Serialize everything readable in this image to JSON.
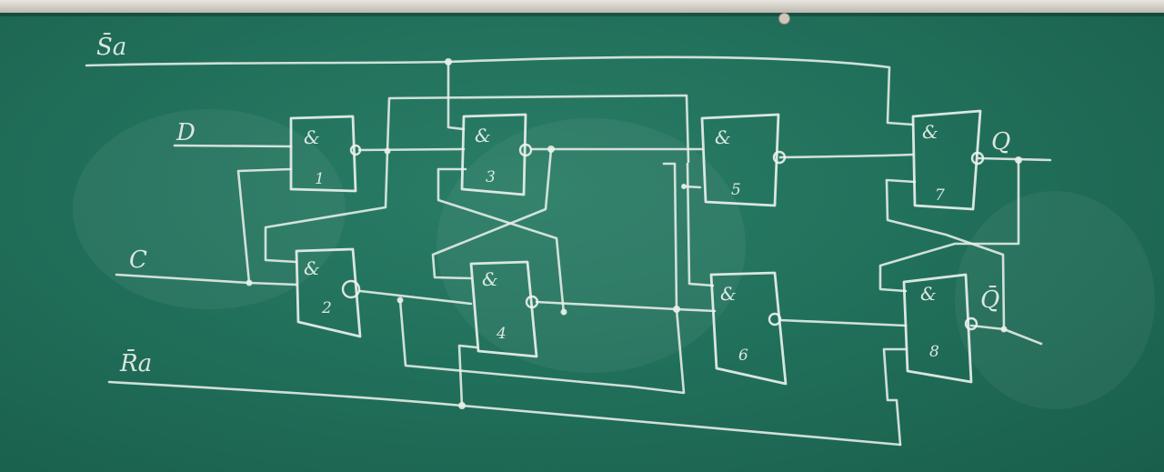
{
  "inputs": {
    "set": "S̄a",
    "data": "D",
    "clock": "C",
    "reset": "R̄a"
  },
  "outputs": {
    "q": "Q",
    "q_bar": "Q̄"
  },
  "gates": [
    {
      "symbol": "&",
      "number": "1"
    },
    {
      "symbol": "&",
      "number": "2"
    },
    {
      "symbol": "&",
      "number": "3"
    },
    {
      "symbol": "&",
      "number": "4"
    },
    {
      "symbol": "&",
      "number": "5"
    },
    {
      "symbol": "&",
      "number": "6"
    },
    {
      "symbol": "&",
      "number": "7"
    },
    {
      "symbol": "&",
      "number": "8"
    }
  ],
  "colors": {
    "board": "#21705b",
    "chalk": "#e8efe9",
    "frame": "#d6d2ca"
  }
}
